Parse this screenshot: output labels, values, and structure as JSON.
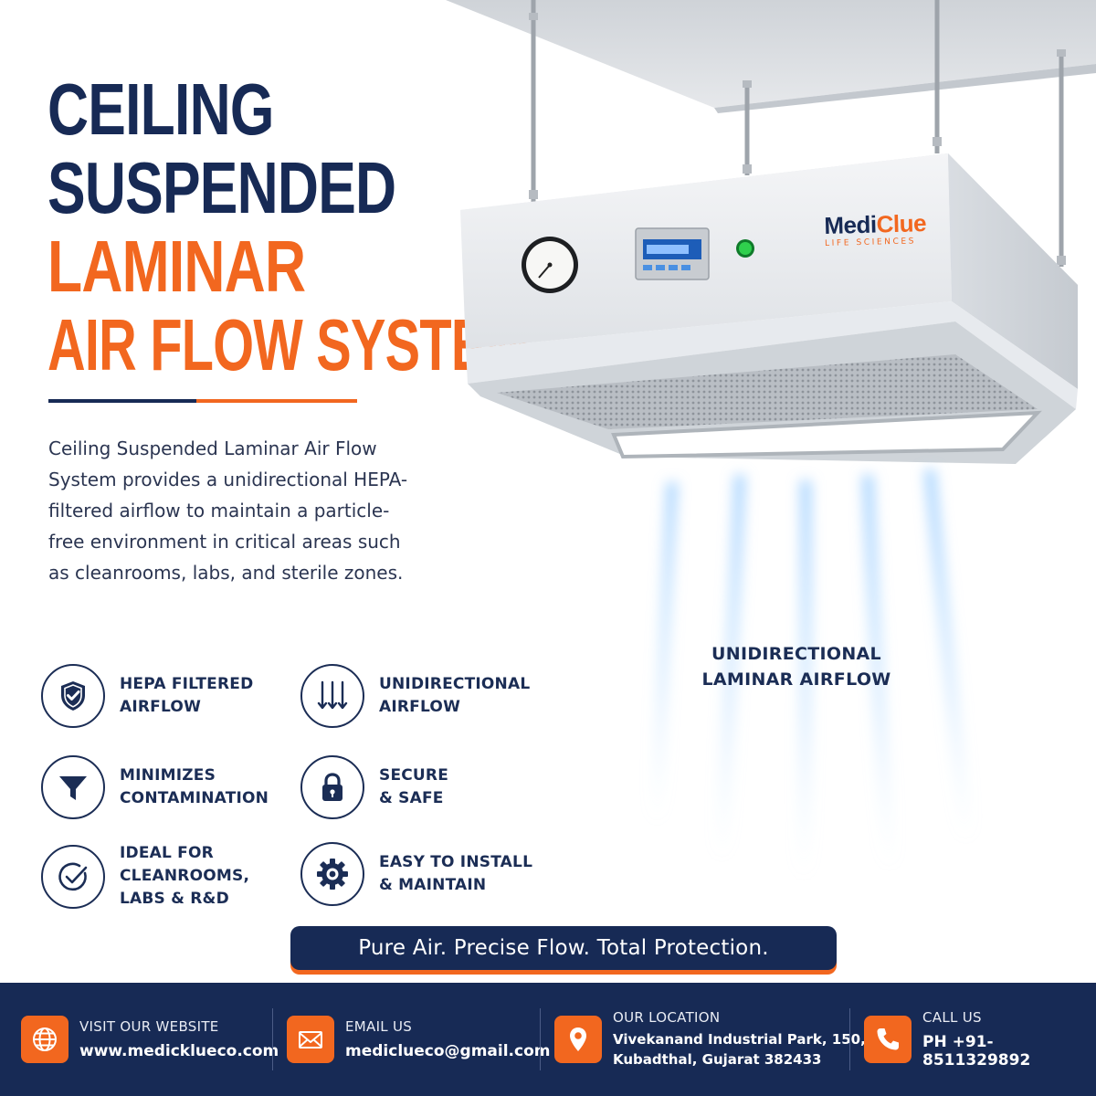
{
  "headline": {
    "line1": "CEILING",
    "line2": "SUSPENDED",
    "line3": "LAMINAR",
    "line4": "AIR FLOW SYSTEM"
  },
  "description": "Ceiling Suspended Laminar Air Flow System provides a unidirectional HEPA-filtered airflow to maintain a particle-free environment in critical areas such as cleanrooms, labs, and sterile zones.",
  "features": [
    {
      "line1": "HEPA FILTERED",
      "line2": "AIRFLOW",
      "icon": "shield-check-icon"
    },
    {
      "line1": "UNIDIRECTIONAL",
      "line2": "AIRFLOW",
      "icon": "down-arrows-icon"
    },
    {
      "line1": "MINIMIZES",
      "line2": "CONTAMINATION",
      "icon": "funnel-icon"
    },
    {
      "line1": "SECURE",
      "line2": "& SAFE",
      "icon": "lock-icon"
    },
    {
      "line1": "IDEAL FOR",
      "line2": "CLEANROOMS,",
      "line3": "LABS & R&D",
      "icon": "check-circle-icon"
    },
    {
      "line1": "EASY TO INSTALL",
      "line2": "& MAINTAIN",
      "icon": "gear-icon"
    }
  ],
  "brand": {
    "name_part1": "Medi",
    "name_part2": "Clue",
    "tagline": "LIFE SCIENCES"
  },
  "airflow_label": {
    "line1": "UNIDIRECTIONAL",
    "line2": "LAMINAR AIRFLOW"
  },
  "slogan": "Pure Air. Precise Flow. Total Protection.",
  "footer": {
    "website": {
      "label": "VISIT OUR WEBSITE",
      "value": "www.medicklueco.com",
      "icon": "globe-icon"
    },
    "email": {
      "label": "EMAIL US",
      "value": "mediclueco@gmail.com",
      "icon": "mail-icon"
    },
    "location": {
      "label": "OUR LOCATION",
      "value_line1": "Vivekanand Industrial Park, 150,",
      "value_line2": "Kubadthal, Gujarat 382433",
      "icon": "map-pin-icon"
    },
    "call": {
      "label": "CALL US",
      "value": "PH +91-8511329892",
      "icon": "phone-icon"
    }
  },
  "colors": {
    "navy": "#172a55",
    "orange": "#f2671f"
  }
}
